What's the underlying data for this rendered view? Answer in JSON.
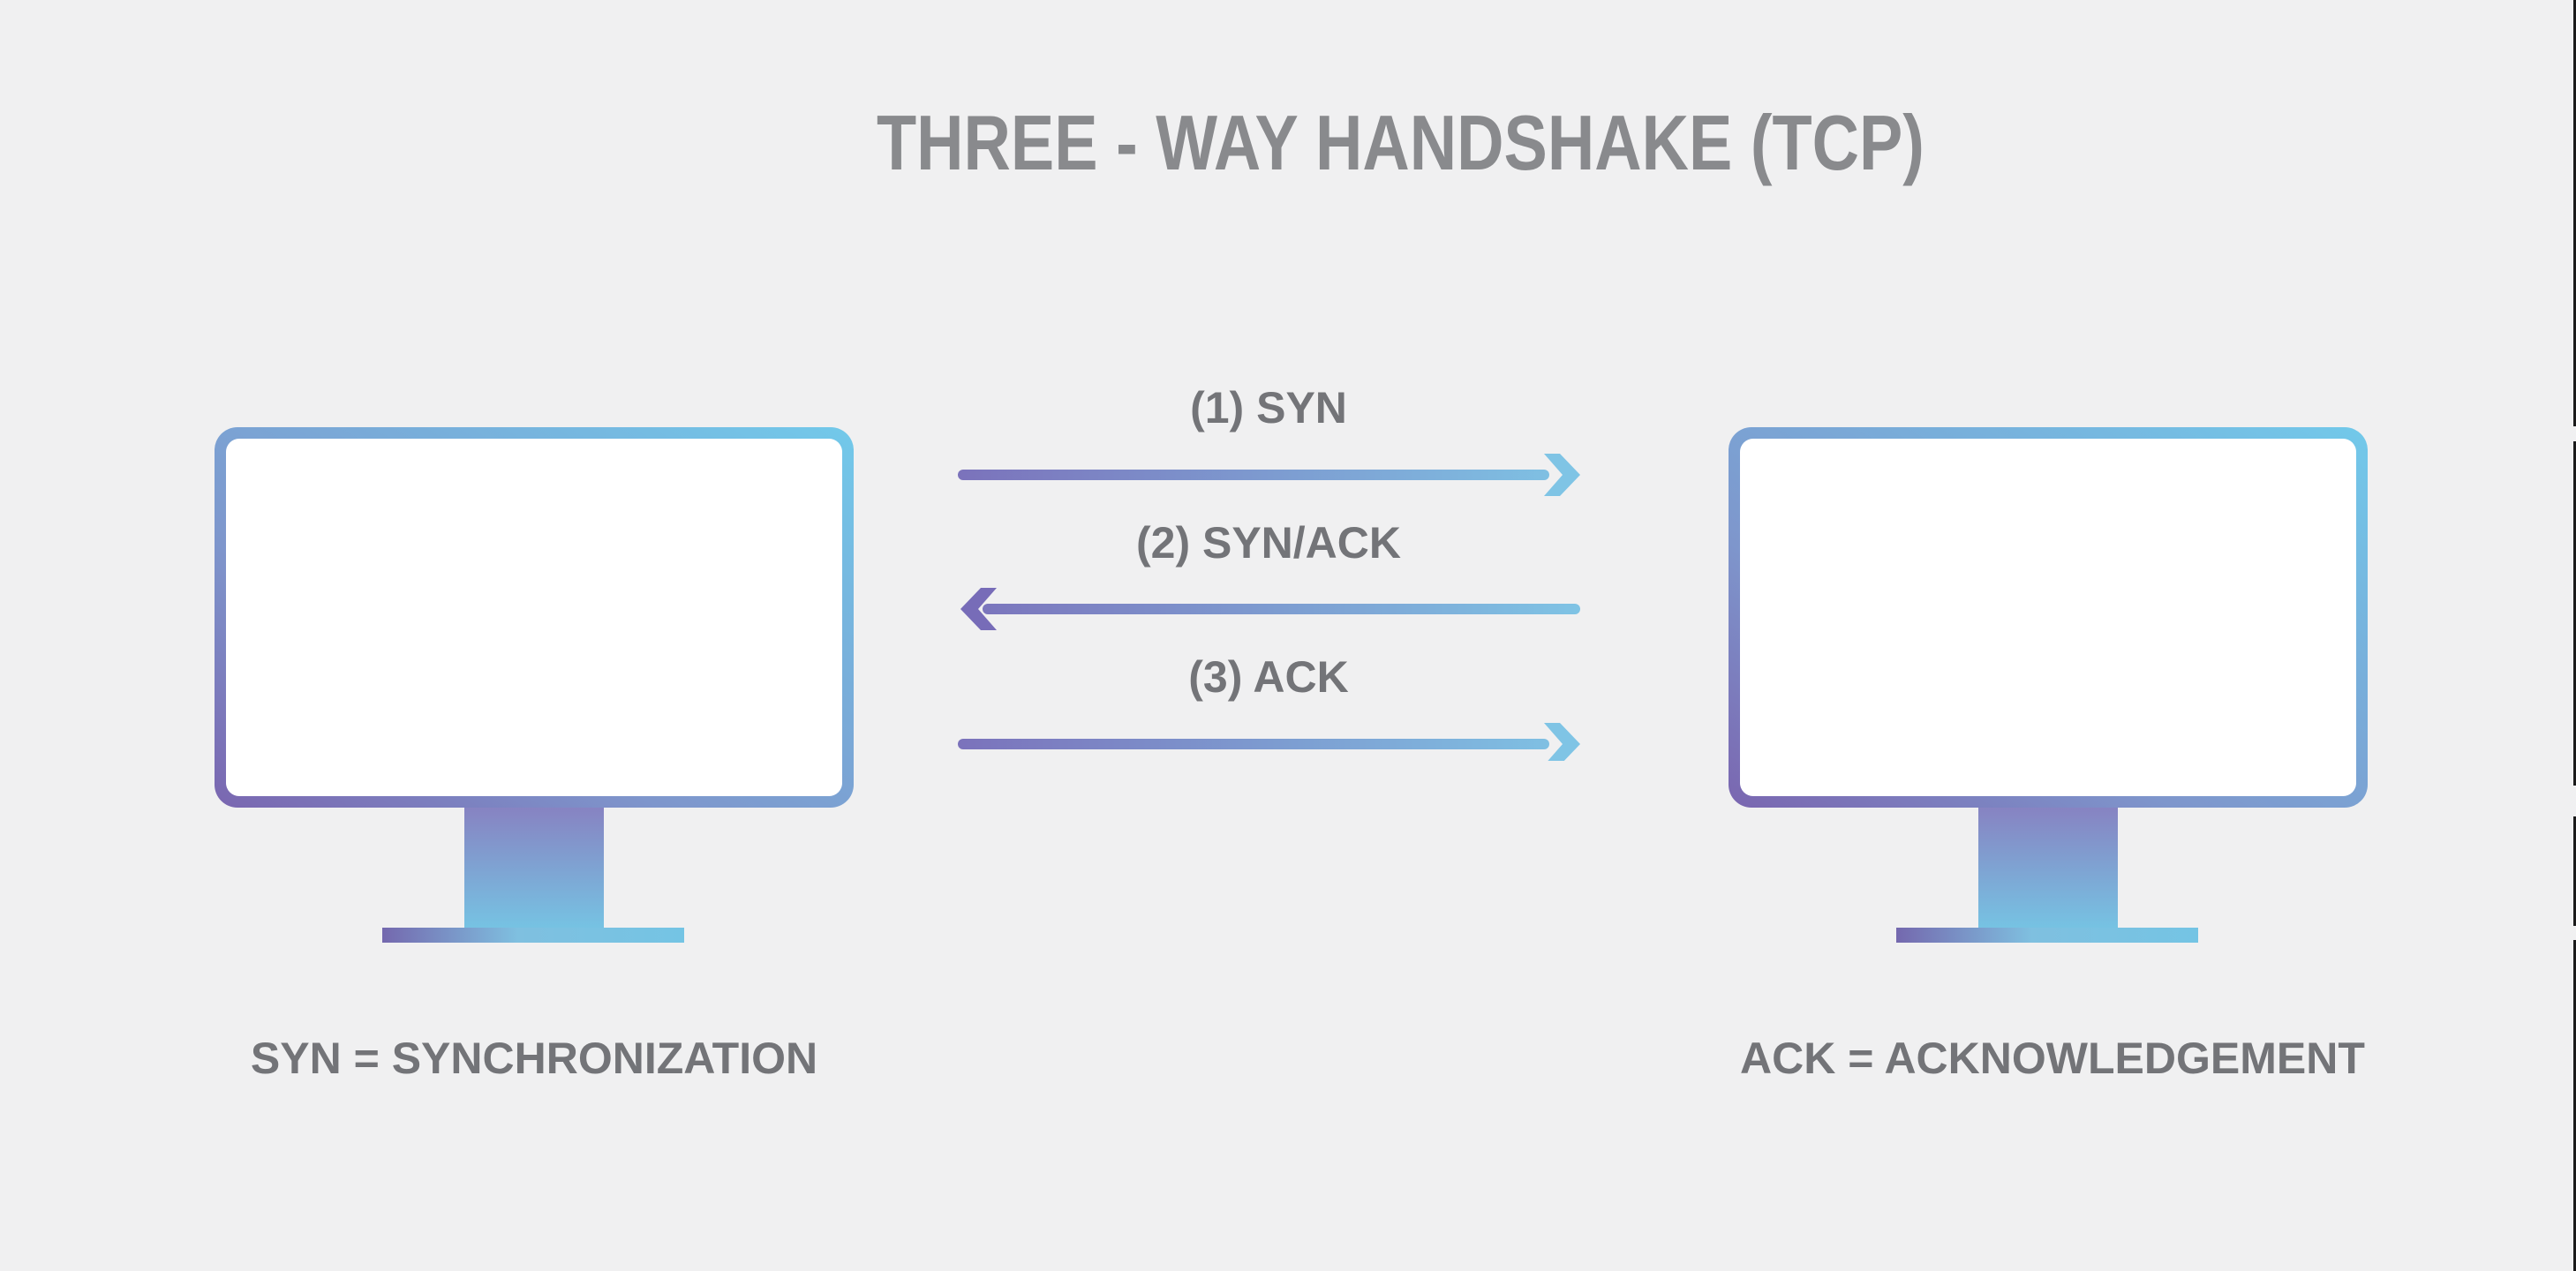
{
  "title": "THREE - WAY HANDSHAKE (TCP)",
  "messages": [
    {
      "step": "1",
      "label": "(1) SYN",
      "direction": "right"
    },
    {
      "step": "2",
      "label": "(2) SYN/ACK",
      "direction": "left"
    },
    {
      "step": "3",
      "label": "(3) ACK",
      "direction": "right"
    }
  ],
  "legend": {
    "left": "SYN = SYNCHRONIZATION",
    "right": "ACK = ACKNOWLEDGEMENT"
  },
  "icons": {
    "left_monitor": "monitor-icon",
    "right_monitor": "monitor-icon",
    "arrow_right": "arrow-right-icon",
    "arrow_left": "arrow-left-icon"
  },
  "colors": {
    "background": "#f0f0f1",
    "title_gray": "#898a8d",
    "text_gray": "#737478",
    "accent_purple": "#7b72bb",
    "accent_blue": "#7fc4e5",
    "screen_white": "#ffffff",
    "edge_line": "#1b1b1b"
  }
}
